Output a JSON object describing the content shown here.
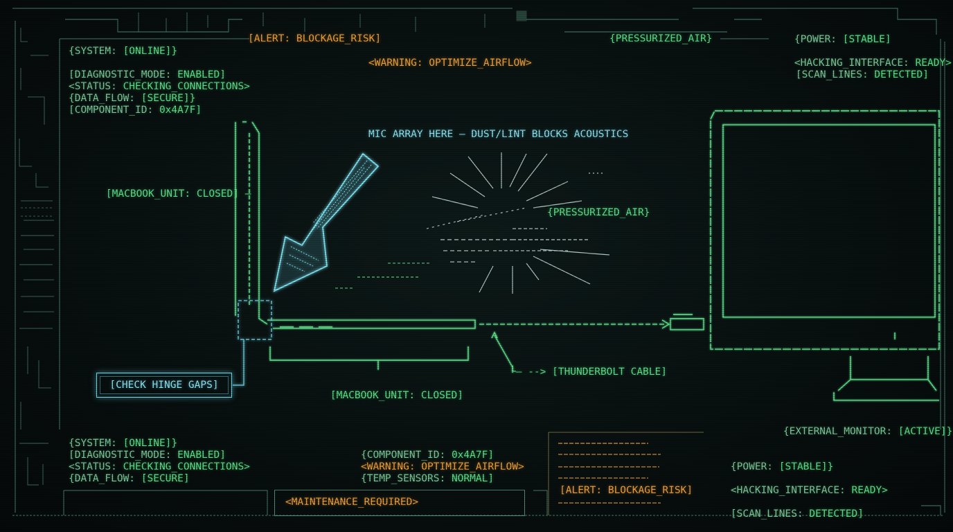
{
  "top": {
    "alert_blockage": "[ALERT: BLOCKAGE_RISK]",
    "warning_airflow": "<WARNING: OPTIMIZE_AIRFLOW>",
    "pressurized_air": "{PRESSURIZED_AIR}",
    "power": {
      "key": "{POWER: ",
      "value": "[STABLE]"
    },
    "hacking": {
      "key": "<HACKING_INTERFACE: ",
      "value": "READY>"
    },
    "scan": {
      "key": "[SCAN_LINES: ",
      "value": "DETECTED]"
    }
  },
  "status_top": [
    {
      "key": "{SYSTEM: ",
      "value": "[ONLINE]}"
    },
    {
      "key": "[DIAGNOSTIC_MODE: ",
      "value": "ENABLED]"
    },
    {
      "key": "<STATUS: ",
      "value": "CHECKING_CONNECTIONS>"
    },
    {
      "key": "{DATA_FLOW: ",
      "value": "[SECURE]}"
    },
    {
      "key": "[COMPONENT_ID: ",
      "value": "0x4A7F]"
    }
  ],
  "diagram": {
    "mic_note": "MIC ARRAY HERE — DUST/LINT BLOCKS ACOUSTICS",
    "pressurized_air": "{PRESSURIZED_AIR}",
    "macbook_left": {
      "key": "[MACBOOK_UNIT: ",
      "value": "CLOSED]",
      "tail": " —"
    },
    "macbook_bottom": {
      "key": "[MACBOOK_UNIT: ",
      "value": "CLOSED]"
    },
    "thunderbolt": "└— --> [THUNDERBOLT CABLE]",
    "hinge_button": "[CHECK HINGE GAPS]",
    "external_monitor": {
      "key": "{EXTERNAL_MONITOR: ",
      "value": "[ACTIVE]}"
    }
  },
  "status_bottom_left": [
    {
      "key": "{SYSTEM: ",
      "value": "[ONLINE]}"
    },
    {
      "key": "[DIAGNOSTIC_MODE: ",
      "value": "ENABLED]"
    },
    {
      "key": "<STATUS: ",
      "value": "CHECKING_CONNECTIONS>"
    },
    {
      "key": "{DATA_FLOW: ",
      "value": "[SECURE]"
    }
  ],
  "status_bottom_mid": {
    "component": {
      "key": "{COMPONENT_ID: ",
      "value": "0x4A7F]"
    },
    "warning": "<WARNING: OPTIMIZE_AIRFLOW>",
    "temp": {
      "key": "{TEMP_SENSORS: ",
      "value": "NORMAL]"
    },
    "maintenance": "<MAINTENANCE_REQUIRED>"
  },
  "status_bottom_right": {
    "alert": "[ALERT: BLOCKAGE_RISK]",
    "power": {
      "key": "{POWER: ",
      "value": "[STABLE]}"
    },
    "hacking": {
      "key": "<HACKING_INTERFACE: ",
      "value": "READY>"
    },
    "scan": {
      "key": "[SCAN_LINES: ",
      "value": "DETECTED]"
    }
  },
  "colors": {
    "background": "#080f0f",
    "green": "#5fe08a",
    "dim_green": "#7fc99a",
    "orange": "#f0a23a",
    "cyan": "#8fe6f2"
  },
  "icons": [
    "diagonal-arrow-icon",
    "air-burst-icon",
    "laptop-icon",
    "external-monitor-icon",
    "cable-arrow-icon"
  ]
}
